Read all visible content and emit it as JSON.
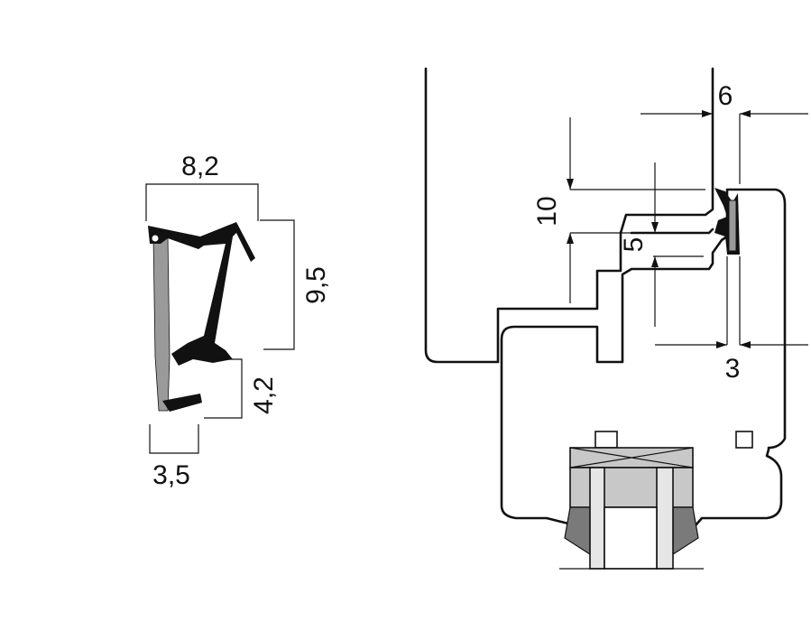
{
  "colors": {
    "ink": "#111111",
    "seal_flexible_grey": "#9a9a9a",
    "glass_light_grey": "#c8c8c8",
    "glass_mid_grey": "#b4b4b4",
    "spacer_dark_grey": "#7a7a7a"
  },
  "seal_profile": {
    "dim_width": "8,2",
    "dim_height": "9,5",
    "dim_lower_height": "4,2",
    "dim_foot_width": "3,5"
  },
  "section_view": {
    "dim_gap_top": "6",
    "dim_vertical_offset": "10",
    "dim_step": "5",
    "dim_gap_bottom": "3"
  }
}
